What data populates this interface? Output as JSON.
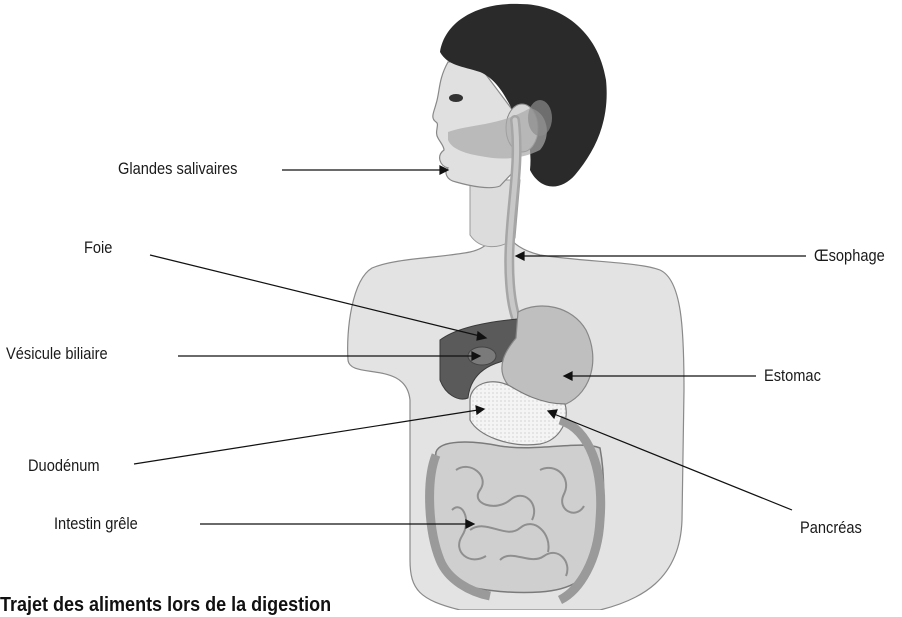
{
  "labels": {
    "glandes": "Glandes salivaires",
    "foie": "Foie",
    "vesicule": "Vésicule biliaire",
    "duodenum": "Duodénum",
    "intestin": "Intestin grêle",
    "oesophage": "Œsophage",
    "estomac": "Estomac",
    "pancreas": "Pancréas"
  },
  "caption": "Trajet des aliments lors de la digestion"
}
